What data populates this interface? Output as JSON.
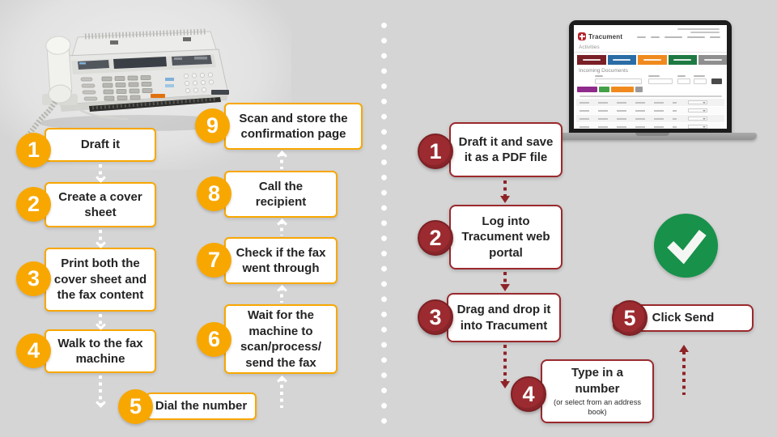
{
  "canvas": {
    "background": "#d5d5d5"
  },
  "left_flow": {
    "accent_color": "#F8A701",
    "steps": [
      {
        "num": "1",
        "label": "Draft it"
      },
      {
        "num": "2",
        "label": "Create a cover sheet"
      },
      {
        "num": "3",
        "label": "Print both the cover sheet and the fax content"
      },
      {
        "num": "4",
        "label": "Walk to the fax machine"
      },
      {
        "num": "5",
        "label": "Dial the number"
      },
      {
        "num": "6",
        "label": "Wait for the machine to scan/process/send the fax"
      },
      {
        "num": "7",
        "label": "Check if the fax went through"
      },
      {
        "num": "8",
        "label": "Call the recipient"
      },
      {
        "num": "9",
        "label": "Scan and store the confirmation page"
      }
    ]
  },
  "right_flow": {
    "accent_color": "#9B2B30",
    "success_color": "#18914A",
    "steps": [
      {
        "num": "1",
        "label": "Draft it and save it as a PDF file"
      },
      {
        "num": "2",
        "label": "Log into Tracument web portal"
      },
      {
        "num": "3",
        "label": "Drag and drop it into Tracument"
      },
      {
        "num": "4",
        "label": "Type in a number",
        "note": "(or select from an address book)"
      },
      {
        "num": "5",
        "label": "Click Send"
      }
    ]
  },
  "laptop": {
    "brand": "Tracument",
    "nav_page": "Activities",
    "section_title": "Incoming Documents",
    "tab_colors": [
      "#7A1F26",
      "#2A6CA5",
      "#F08A1E",
      "#1E7A42",
      "#8F8F8F"
    ]
  },
  "icons": {
    "success_check": "check-mark",
    "logo": "tracument-cross"
  }
}
